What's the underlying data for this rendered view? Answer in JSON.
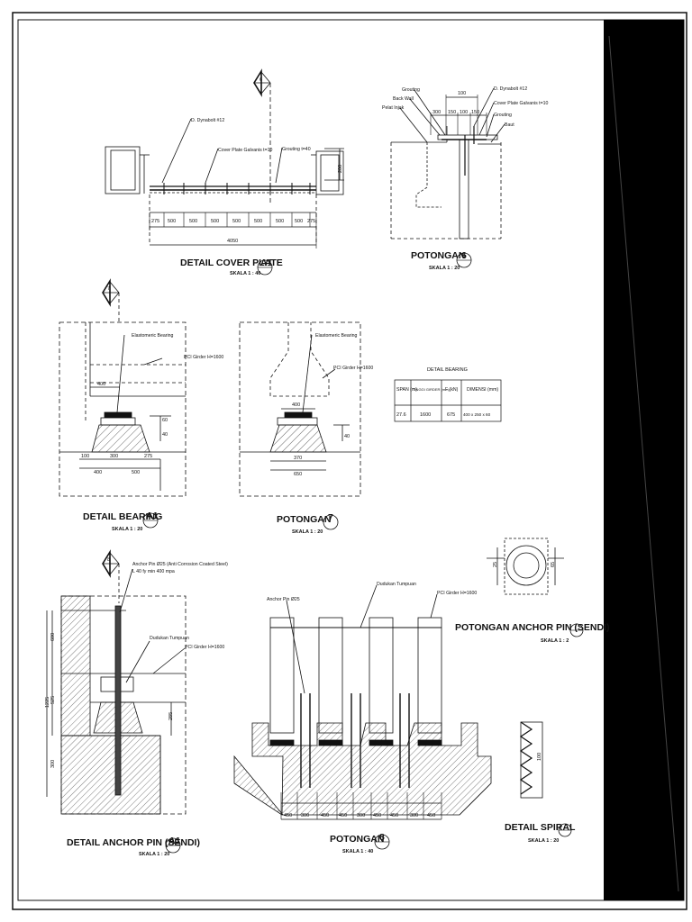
{
  "sheet": {
    "line_color": "#111111",
    "background": "#ffffff",
    "titleblock_color": "#000000"
  },
  "cover_plate": {
    "title": "DETAIL COVER PLATE",
    "ref": "A1",
    "scale": "SKALA 1 : 40",
    "callout": "6",
    "labels": {
      "dynabolt": "D. Dynabolt #12",
      "plate": "Cover Plate Galvanis t=10",
      "grouting": "Grouting t=40"
    },
    "dims": [
      "275",
      "500",
      "500",
      "500",
      "500",
      "500",
      "500",
      "500",
      "275"
    ],
    "total": "4050",
    "side_dim": "200"
  },
  "potongan6": {
    "title": "POTONGAN",
    "ref": "6",
    "scale": "SKALA 1 : 20",
    "labels": {
      "grouting": "Grouting",
      "back_wall": "Back Wall",
      "pelat": "Pelat Injak",
      "dynabolt": "D. Dynabolt #12",
      "cover": "Cover Plate Galvanis t=10",
      "grouting2": "Grouting",
      "baut": "Baut"
    },
    "dims": [
      "100",
      "300",
      "150",
      "100",
      "150"
    ]
  },
  "bearing": {
    "title": "DETAIL BEARING",
    "ref": "A1",
    "scale": "SKALA 1 : 20",
    "callout": "7",
    "labels": {
      "elastomer": "Elastomeric Bearing",
      "girder": "PCI Girder H=1600"
    },
    "dims": {
      "top": "400",
      "h1": "60",
      "h2": "40",
      "bottom": [
        "100",
        "300",
        "275"
      ],
      "b2": [
        "400",
        "500"
      ]
    }
  },
  "potongan7": {
    "title": "POTONGAN",
    "ref": "7",
    "scale": "SKALA 1 : 20",
    "labels": {
      "elastomer": "Elastomeric Bearing",
      "girder": "PCI Girder H=1600"
    },
    "dims": {
      "top": "400",
      "h": "40",
      "mid": "370",
      "bottom": "650"
    }
  },
  "bearing_table": {
    "title": "DETAIL BEARING",
    "headers": [
      "SPAN (m)",
      "TINGGI GIRDER (mm)",
      "F (kN)",
      "DIMENSI (mm)"
    ],
    "rows": [
      [
        "27.6",
        "1600",
        "675",
        "400 x 250 x 60"
      ]
    ]
  },
  "anchor_pin": {
    "title": "DETAIL ANCHOR PIN (SENDI)",
    "ref": "A1",
    "scale": "SKALA 1 : 20",
    "callout": "8",
    "labels": {
      "anchor": "Anchor Pin Ø25 (Anti Corrosion Coated Steel)",
      "anchor2": "L 40 fy min 400 mpa",
      "dudukan": "Dudukan Tumpuan",
      "girder": "PCI Girder H=1600"
    },
    "dims": [
      "600",
      "525",
      "1225",
      "300",
      "285"
    ]
  },
  "potongan8": {
    "title": "POTONGAN",
    "ref": "8",
    "scale": "SKALA 1 : 40",
    "labels": {
      "anchor": "Anchor Pin Ø25",
      "dudukan": "Dudukan Tumpuan",
      "girder": "PCI Girder H=1600"
    },
    "dims": [
      "450",
      "300",
      "450",
      "450",
      "300",
      "450",
      "450",
      "300",
      "450"
    ]
  },
  "anchor_section": {
    "title": "POTONGAN ANCHOR PIN (SENDI)",
    "scale": "SKALA 1 : 2",
    "dims": {
      "d1": "25",
      "d2": "65"
    }
  },
  "spiral": {
    "title": "DETAIL SPIRAL",
    "scale": "SKALA 1 : 20",
    "dims": {
      "h": "100"
    }
  }
}
